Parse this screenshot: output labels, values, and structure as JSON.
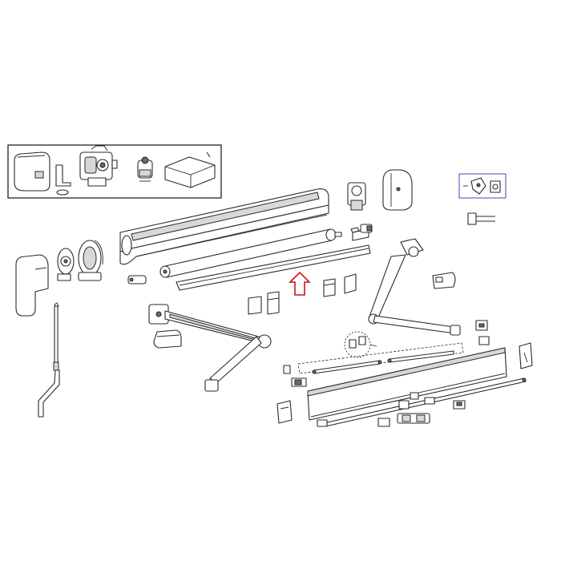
{
  "diagram": {
    "kind": "exploded-parts-view",
    "subject": "awning",
    "colors": {
      "line": "#2a2a2a",
      "highlight_arrow": "#d0101c",
      "accent_blue": "#2a3aa8",
      "background": "#ffffff"
    },
    "highlight": {
      "icon": "up-arrow-icon",
      "points_to": "fabric-roller-tube"
    },
    "inset_box": {
      "parts": [
        "motor-cover",
        "motor-bracket",
        "electric-motor",
        "motor-plug",
        "control-box"
      ]
    },
    "callout_box": {
      "parts": [
        "mounting-bracket-set",
        "bolt-set"
      ]
    }
  }
}
